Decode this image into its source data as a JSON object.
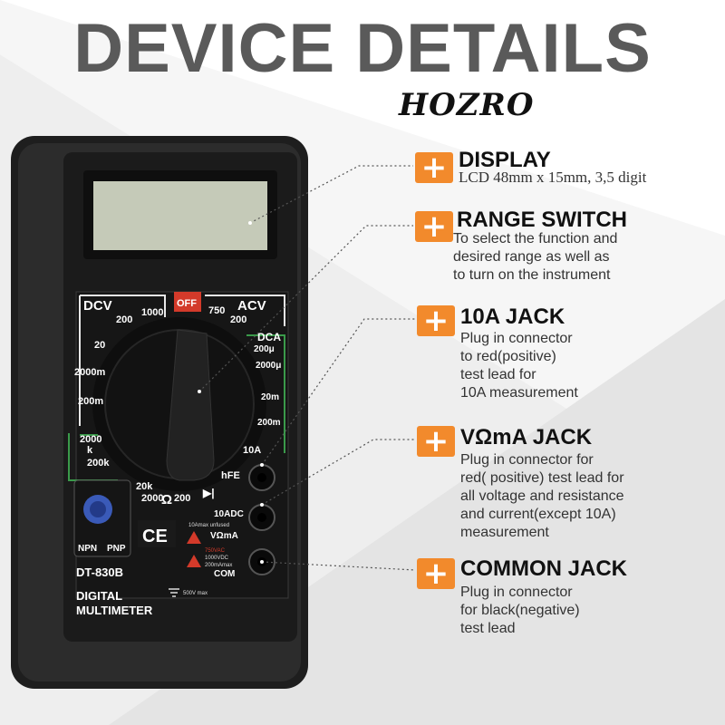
{
  "header": {
    "title": "DEVICE DETAILS",
    "brand": "HOZRO"
  },
  "colors": {
    "accent": "#f28a2c",
    "title_gray": "#5a5a5a",
    "device_body": "#2a2a2a",
    "lcd": "#c5cab8",
    "dial_green": "#3a9a4a",
    "dial_red": "#d33a2a"
  },
  "callouts": [
    {
      "icon": "plus-icon",
      "title": "DISPLAY",
      "lines": [
        "LCD 48mm x 15mm, 3,5 digit"
      ]
    },
    {
      "icon": "plus-icon",
      "title": "RANGE SWITCH",
      "lines": [
        "To select the function and",
        "desired range as well as",
        "to turn on the instrument"
      ]
    },
    {
      "icon": "plus-icon",
      "title": "10A JACK",
      "lines": [
        "Plug in connector",
        "to red(positive)",
        "test lead for",
        "10A measurement"
      ]
    },
    {
      "icon": "plus-icon",
      "title": "VΩmA JACK",
      "lines": [
        "Plug in connector for",
        "red( positive) test lead for",
        "all voltage and resistance",
        "and current(except 10A)",
        "measurement"
      ]
    },
    {
      "icon": "plus-icon",
      "title": "COMMON JACK",
      "lines": [
        "Plug in connector",
        "for black(negative)",
        "test lead"
      ]
    }
  ],
  "device": {
    "model": "DT-830B",
    "name_line1": "DIGITAL",
    "name_line2": "MULTIMETER",
    "ce_mark": "CE",
    "labels": {
      "dcv": "DCV",
      "acv": "ACV",
      "off": "OFF",
      "dca": "DCA",
      "omega": "Ω",
      "hfe": "hFE",
      "npn": "NPN",
      "pnp": "PNP",
      "jack_10adc": "10ADC",
      "jack_vohm": "VΩmA",
      "jack_com": "COM",
      "fused": "10Amax unfused",
      "warn1": "750VAC",
      "warn2": "1000VDC",
      "warn3": "200mAmax",
      "max500": "500V max",
      "r_1000": "1000",
      "r_200a": "200",
      "r_20": "20",
      "r_2000m": "2000m",
      "r_200m": "200m",
      "r_750": "750",
      "r_200b": "200",
      "r_200u": "200μ",
      "r_2000u": "2000μ",
      "r_20m": "20m",
      "r_200ma": "200m",
      "r_10a": "10A",
      "r_2000k_a": "2000",
      "r_2000k_b": "k",
      "r_200k": "200k",
      "r_20k": "20k",
      "r_2000": "2000",
      "r_200o": "200"
    }
  }
}
